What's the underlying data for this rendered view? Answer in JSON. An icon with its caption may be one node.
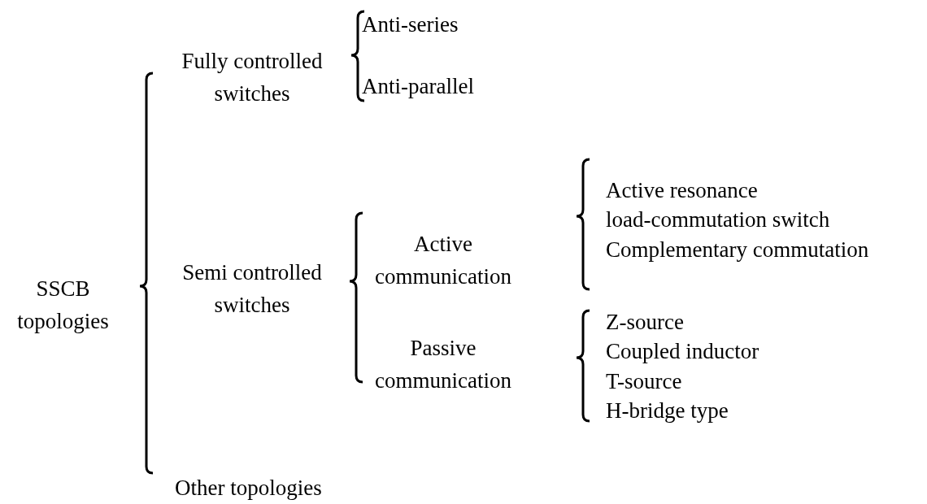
{
  "diagram": {
    "labels": [
      "SSCB topologies",
      "Fully controlled switches",
      "Anti-series",
      "Anti-parallel",
      "Semi controlled switches",
      "Active communication",
      "Active resonance",
      "load-commutation switch",
      "Complementary commutation",
      "Passive communication",
      "Z-source",
      "Coupled inductor",
      "T-source",
      "H-bridge type",
      "Other topologies"
    ]
  }
}
